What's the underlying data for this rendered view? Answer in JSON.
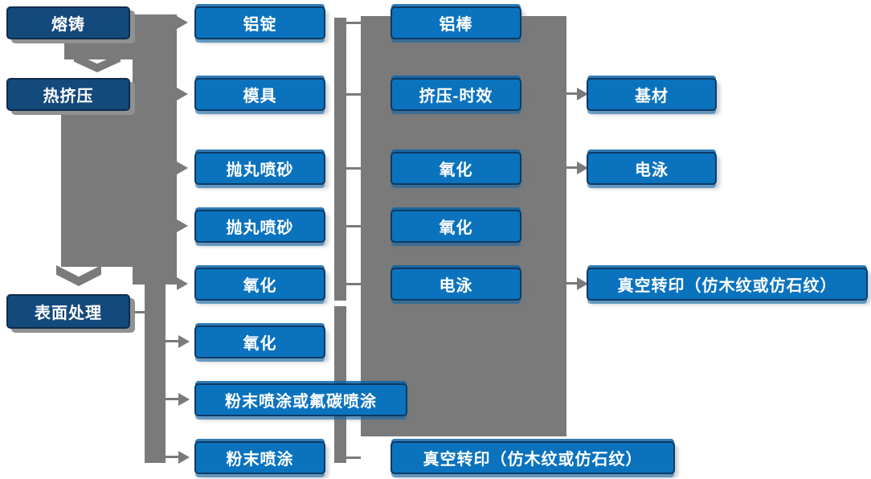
{
  "diagram_title": "",
  "boxes": [
    {
      "id": "melting-casting",
      "label": "熔铸"
    },
    {
      "id": "hot-extrusion",
      "label": "热挤压"
    },
    {
      "id": "surface-treatment",
      "label": "表面处理"
    },
    {
      "id": "aluminum-ingot",
      "label": "铝锭"
    },
    {
      "id": "mold",
      "label": "模具"
    },
    {
      "id": "shot-blasting-1",
      "label": "抛丸喷砂"
    },
    {
      "id": "shot-blasting-2",
      "label": "抛丸喷砂"
    },
    {
      "id": "oxidation-1",
      "label": "氧化"
    },
    {
      "id": "oxidation-2",
      "label": "氧化"
    },
    {
      "id": "powder-or-fluorocarbon-spray",
      "label": "粉末喷涂或氟碳喷涂"
    },
    {
      "id": "powder-spray",
      "label": "粉末喷涂"
    },
    {
      "id": "aluminum-rod",
      "label": "铝棒"
    },
    {
      "id": "extrusion-aging",
      "label": "挤压-时效"
    },
    {
      "id": "oxidation-3",
      "label": "氧化"
    },
    {
      "id": "oxidation-4",
      "label": "氧化"
    },
    {
      "id": "electrophoresis-1",
      "label": "电泳"
    },
    {
      "id": "vacuum-transfer-1",
      "label": "真空转印（仿木纹或仿石纹）"
    },
    {
      "id": "base-material",
      "label": "基材"
    },
    {
      "id": "electrophoresis-2",
      "label": "电泳"
    },
    {
      "id": "vacuum-transfer-2",
      "label": "真空转印（仿木纹或仿石纹）"
    }
  ],
  "colors": {
    "box_blue": "#0B73BE",
    "box_dark_blue": "#14497B",
    "box_border_navy": "#0C3A64",
    "connector_gray": "#7A7A7A",
    "shadow_gray": "#8F9193",
    "text": "#FFFFFF",
    "background": "#FFFFFF"
  }
}
